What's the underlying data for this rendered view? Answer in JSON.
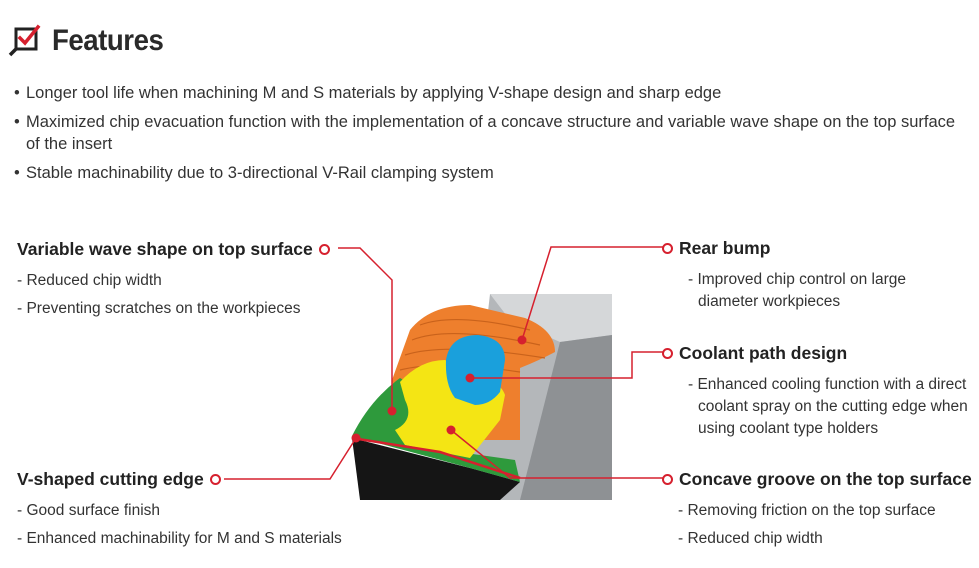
{
  "header": {
    "title": "Features"
  },
  "features": [
    "Longer tool life when machining M and S materials by applying V-shape design and sharp edge",
    "Maximized chip evacuation function with the implementation of a concave structure and variable wave shape on the top surface of the insert",
    "Stable machinability due to 3-directional V-Rail clamping system"
  ],
  "callouts": {
    "variable_wave": {
      "title": "Variable wave shape on top surface",
      "items": [
        "- Reduced chip width",
        "- Preventing scratches on the workpieces"
      ]
    },
    "v_shaped": {
      "title": "V-shaped cutting edge",
      "items": [
        "- Good surface finish",
        "- Enhanced machinability for M and S materials"
      ]
    },
    "rear_bump": {
      "title": "Rear bump",
      "items": [
        "- Improved chip control on large diameter workpieces"
      ]
    },
    "coolant": {
      "title": "Coolant path design",
      "items": [
        "- Enhanced cooling function with a direct coolant spray on the cutting edge when using coolant type holders"
      ]
    },
    "concave": {
      "title": "Concave groove on the top surface",
      "items": [
        "- Removing friction on the top surface",
        "- Reduced chip width"
      ]
    }
  },
  "colors": {
    "accent": "#d6202e",
    "orange": "#ee7f2d",
    "yellow": "#f4e514",
    "green": "#2e9a3c",
    "blue": "#1aa0dc",
    "gray": "#8a8d90"
  },
  "icons": {
    "header": "checklist-magnifier-icon"
  }
}
